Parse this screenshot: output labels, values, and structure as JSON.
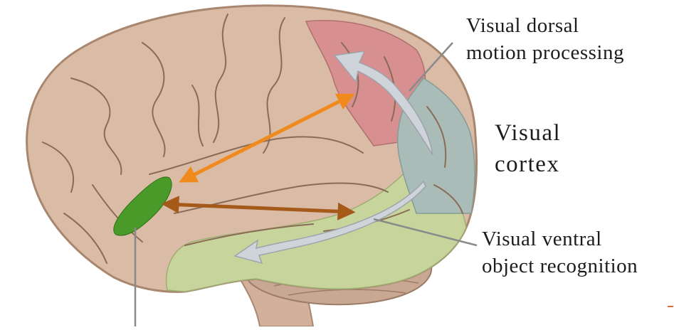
{
  "labels": {
    "dorsal_line1": "Visual dorsal",
    "dorsal_line2": "motion processing",
    "cortex_line1": "Visual",
    "cortex_line2": "cortex",
    "ventral_line1": "Visual ventral",
    "ventral_line2": "object recognition"
  },
  "colors": {
    "brain": "#d9bba6",
    "brain_stroke": "#a9876f",
    "sulcus": "#8a6b57",
    "dorsal_region": "#d88f8f",
    "cortex_region": "#a9bcb8",
    "ventral_region": "#c7d59c",
    "fusiform_area": "#4a9a2a",
    "dorsal_link_arrow": "#f08a1c",
    "ventral_link_arrow": "#a65a1a",
    "stream_arrow": "#cfd4da",
    "leader_line": "#8a8a8a"
  },
  "icons": [
    "brain-illustration",
    "stream-arrow",
    "link-arrow",
    "leader-line"
  ]
}
